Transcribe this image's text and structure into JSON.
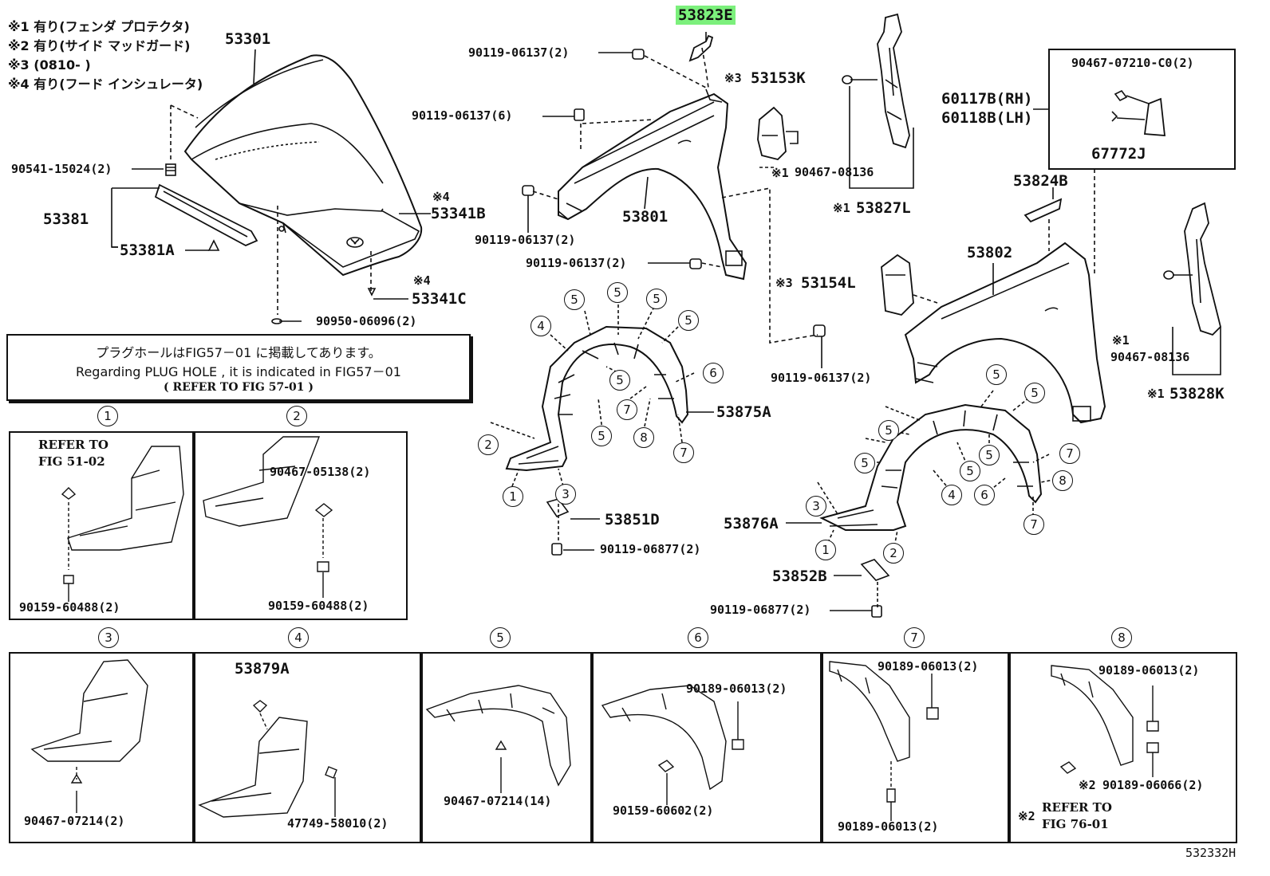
{
  "footnotes": [
    "※1 有り(フェンダ プロテクタ)",
    "※2 有り(サイド マッドガード)",
    "※3 (0810-      )",
    "※4 有り(フード インシュレータ)"
  ],
  "note_box": {
    "line_jp": "プラグホールはFIG57－01 に掲載してあります。",
    "line_en": "Regarding PLUG HOLE , it is indicated in FIG57－01",
    "line_ref": "(    REFER TO FIG 57-01    )"
  },
  "callouts": {
    "hood": "53301",
    "hood_bolt": "90541-15024(2)",
    "seal_group": "53381",
    "seal": "53381A",
    "insulator_note": "※4",
    "insulator_b": "53341B",
    "insulator_c": "53341C",
    "plug": "90950-06096(2)",
    "highlighted_part": "53823E",
    "bolt_top": "90119-06137(2)",
    "bolt_6": "90119-06137(6)",
    "bolt_left_lower": "90119-06137(2)",
    "bolt_lower": "90119-06137(2)",
    "bolt_right": "90119-06137(2)",
    "fender_lh": "53801",
    "seal_k_note": "※3",
    "seal_k": "53153K",
    "clip_08136_note": "※1",
    "clip_08136": "90467-08136",
    "protector_l_note": "※1",
    "protector_l": "53827L",
    "box_clip": "90467-07210-C0(2)",
    "mudguard_rh": "60117B(RH)",
    "mudguard_lh": "60118B(LH)",
    "box_part": "67772J",
    "bracket_b": "53824B",
    "fender_rh": "53802",
    "seal_l_note": "※3",
    "seal_l": "53154L",
    "clip_08136_r_note": "※1",
    "clip_08136_r": "90467-08136",
    "protector_k_note": "※1",
    "protector_k": "53828K",
    "liner_a": "53875A",
    "bracket_d": "53851D",
    "screw_06877_top": "90119-06877(2)",
    "liner_876": "53876A",
    "bracket_852": "53852B",
    "screw_06877_bottom": "90119-06877(2)",
    "diagram_id": "532332H"
  },
  "bubbles": {
    "left_liner": [
      "4",
      "5",
      "5",
      "5",
      "5",
      "5",
      "6",
      "7",
      "8",
      "5",
      "7",
      "2",
      "1",
      "3"
    ],
    "right_liner": [
      "5",
      "5",
      "5",
      "5",
      "5",
      "5",
      "7",
      "8",
      "4",
      "6",
      "7",
      "3",
      "1",
      "2"
    ]
  },
  "panels": {
    "p1": {
      "num": "1",
      "ref_line1": "REFER TO",
      "ref_line2": "FIG 51-02",
      "part": "90159-60488(2)"
    },
    "p2": {
      "num": "2",
      "part_top": "90467-05138(2)",
      "part_bottom": "90159-60488(2)"
    },
    "p3": {
      "num": "3",
      "part": "90467-07214(2)"
    },
    "p4": {
      "num": "4",
      "part_top": "53879A",
      "part_bottom": "47749-58010(2)"
    },
    "p5": {
      "num": "5",
      "part": "90467-07214(14)"
    },
    "p6": {
      "num": "6",
      "part_top": "90189-06013(2)",
      "part_bottom": "90159-60602(2)"
    },
    "p7": {
      "num": "7",
      "part_top": "90189-06013(2)",
      "part_bottom": "90189-06013(2)"
    },
    "p8": {
      "num": "8",
      "part_top": "90189-06013(2)",
      "part_mid_note": "※2",
      "part_mid": "90189-06066(2)",
      "ref_note": "※2",
      "ref_line1": "REFER TO",
      "ref_line2": "FIG 76-01"
    }
  }
}
